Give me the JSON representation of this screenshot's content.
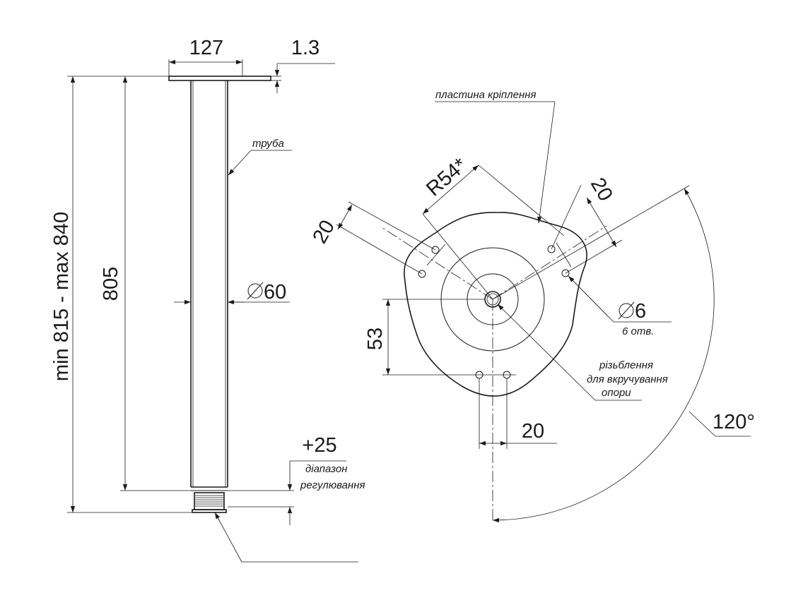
{
  "side_view": {
    "dim_plate_width": "127",
    "dim_plate_thickness": "1.3",
    "dim_overall_height": "min 815 - max 840",
    "dim_tube_length": "805",
    "dim_tube_diameter": "60",
    "dim_adjust": "+25",
    "label_tube": "труба",
    "label_adjust_line1": "діапазон",
    "label_adjust_line2": "регулювання"
  },
  "plan_view": {
    "label_plate": "пластина кріплення",
    "dim_radius": "R54*",
    "dim_hole_spacing_right": "20",
    "dim_hole_spacing_left": "20",
    "dim_hole_spacing_bottom": "20",
    "dim_hole_offset": "53",
    "dim_hole_diameter": "6",
    "label_hole_count": "6 отв.",
    "label_thread_line1": "різьблення",
    "label_thread_line2": "для вкручування",
    "label_thread_line3": "опори",
    "dim_angle": "120°"
  }
}
